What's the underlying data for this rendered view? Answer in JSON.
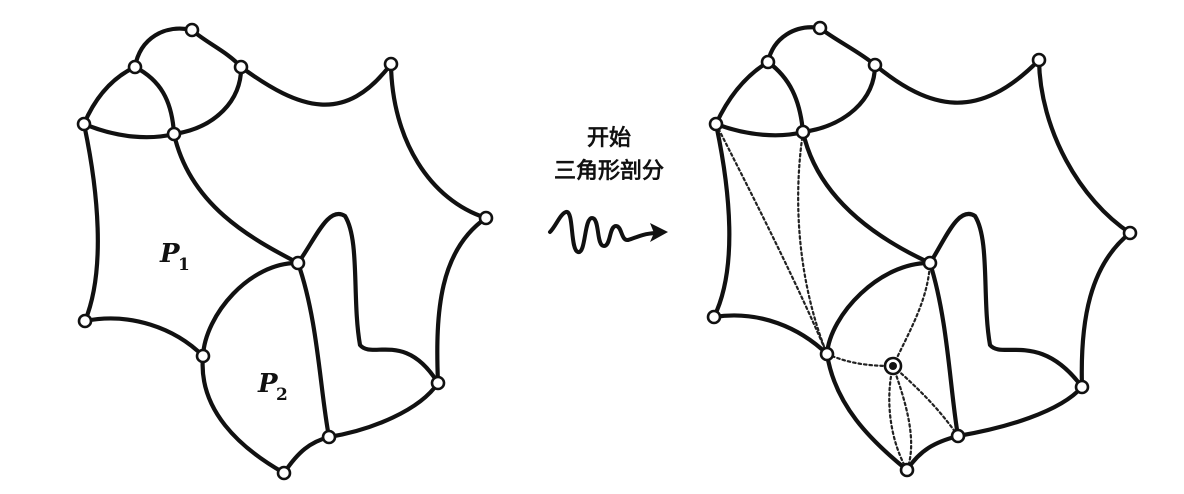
{
  "left_mesh": {
    "regions": [
      {
        "label": "P",
        "subscript": "1"
      },
      {
        "label": "P",
        "subscript": "2"
      }
    ]
  },
  "transition": {
    "line1": "开始",
    "line2": "三角形剖分",
    "arrow": "wavy-arrow-icon"
  },
  "colors": {
    "stroke": "#111111",
    "background": "#ffffff"
  }
}
